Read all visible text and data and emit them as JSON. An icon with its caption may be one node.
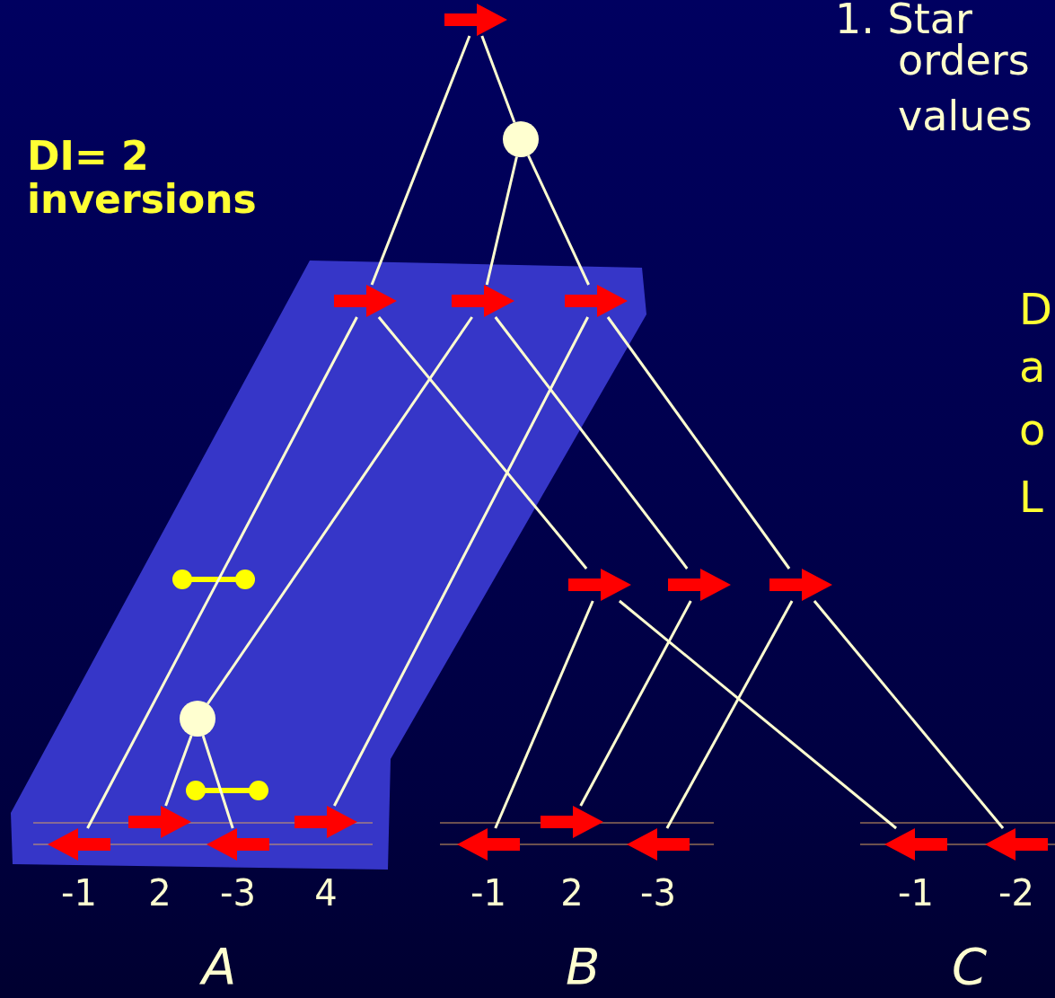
{
  "diagram": {
    "nodes": [
      {
        "text": [],
        "shape": "arrow"
      },
      {
        "text": [],
        "shape": "circle"
      },
      {
        "text": [],
        "shape": "arrow"
      },
      {
        "text": [],
        "shape": "arrow"
      },
      {
        "text": [],
        "shape": "arrow"
      },
      {
        "text": [],
        "shape": "arrow"
      },
      {
        "text": [],
        "shape": "arrow"
      },
      {
        "text": [],
        "shape": "arrow"
      },
      {
        "text": [],
        "shape": "circle"
      },
      {
        "text": [],
        "shape": "arrow",
        "beside": [
          "-1"
        ]
      },
      {
        "text": [],
        "shape": "arrow",
        "beside": [
          "2"
        ]
      },
      {
        "text": [],
        "shape": "arrow",
        "beside": [
          "-3"
        ]
      },
      {
        "text": [],
        "shape": "arrow",
        "beside": [
          "4"
        ]
      },
      {
        "text": [],
        "shape": "arrow",
        "beside": [
          "-1"
        ]
      },
      {
        "text": [],
        "shape": "arrow",
        "beside": [
          "2"
        ]
      },
      {
        "text": [],
        "shape": "arrow",
        "beside": [
          "-3"
        ]
      },
      {
        "text": [],
        "shape": "arrow",
        "beside": [
          "-1"
        ]
      },
      {
        "text": [],
        "shape": "arrow",
        "beside": [
          "-2"
        ]
      }
    ],
    "edges": [
      {
        "from": 0,
        "to": 2,
        "arrow": "none"
      },
      {
        "from": 0,
        "to": 1,
        "arrow": "none"
      },
      {
        "from": 1,
        "to": 3,
        "arrow": "none"
      },
      {
        "from": 1,
        "to": 4,
        "arrow": "none"
      },
      {
        "from": 2,
        "to": 9,
        "arrow": "none"
      },
      {
        "from": 2,
        "to": 5,
        "arrow": "none"
      },
      {
        "from": 3,
        "to": 8,
        "arrow": "none"
      },
      {
        "from": 3,
        "to": 6,
        "arrow": "none"
      },
      {
        "from": 4,
        "to": 12,
        "arrow": "none"
      },
      {
        "from": 4,
        "to": 7,
        "arrow": "none"
      },
      {
        "from": 8,
        "to": 10,
        "arrow": "none"
      },
      {
        "from": 8,
        "to": 11,
        "arrow": "none"
      },
      {
        "from": 5,
        "to": 13,
        "arrow": "none"
      },
      {
        "from": 5,
        "to": 16,
        "arrow": "none"
      },
      {
        "from": 6,
        "to": 14,
        "arrow": "none"
      },
      {
        "from": 7,
        "to": 15,
        "arrow": "none"
      },
      {
        "from": 7,
        "to": 17,
        "arrow": "none"
      }
    ],
    "labels": [
      "1. Star",
      "orders",
      "values",
      "DI= 2 inversions",
      "D",
      "a",
      "o",
      "L",
      "A",
      "B",
      "C"
    ]
  }
}
